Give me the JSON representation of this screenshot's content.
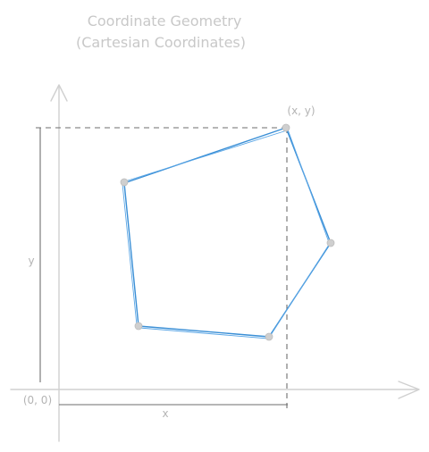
{
  "title": {
    "line1": "Coordinate Geometry",
    "line2": "(Cartesian Coordinates)"
  },
  "labels": {
    "origin": "(0, 0)",
    "point": "(x, y)",
    "x_measure": "x",
    "y_measure": "y"
  },
  "colors": {
    "polygon": "#3a8fd6",
    "axes": "#d0d0d0",
    "text": "#b4b4b4",
    "guides": "#6e6e6e",
    "vertex": "#cfcfcf"
  },
  "shape": {
    "type": "pentagon",
    "vertex_count": 5
  }
}
